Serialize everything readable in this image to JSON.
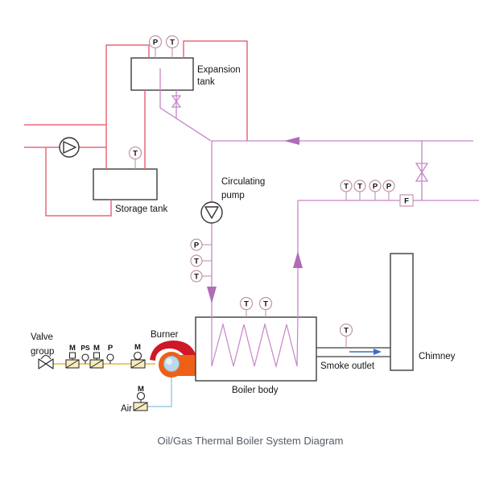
{
  "title": "Oil/Gas Thermal Boiler System Diagram",
  "colors": {
    "pipe_red": "#e8697a",
    "pipe_magenta": "#c685c8",
    "arrow_magenta": "#b06cb8",
    "instrument_pink": "#c494ab",
    "fuel_yellow": "#eec34e",
    "valve_fill": "#f8ecc0",
    "air_blue": "#a5d5e8",
    "smoke_arrow_blue": "#3a6fc4",
    "burner_red": "#cf1726",
    "burner_orange": "#ee5f17",
    "fan_blue": "#bcd9ea",
    "equipment_stroke": "#3d3d3d",
    "title_gray": "#525b66"
  },
  "labels": {
    "expansion_tank_1": "Expansion",
    "expansion_tank_2": "tank",
    "storage_tank": "Storage tank",
    "circulating_pump_1": "Circulating",
    "circulating_pump_2": "pump",
    "boiler_body": "Boiler body",
    "burner": "Burner",
    "chimney": "Chimney",
    "smoke_outlet": "Smoke outlet",
    "valve_group_1": "Valve",
    "valve_group_2": "group",
    "air": "Air"
  },
  "instruments": {
    "expansion_pressure": "P",
    "expansion_temp": "T",
    "storage_temp": "T",
    "supply_pressure": "P",
    "supply_temp_1": "T",
    "supply_temp_2": "T",
    "boiler_temp_1": "T",
    "boiler_temp_2": "T",
    "return_temp_1": "T",
    "return_temp_2": "T",
    "return_pressure_1": "P",
    "return_pressure_2": "P",
    "flow_meter": "F",
    "smoke_temp": "T",
    "fuel_valve1_actuator": "M",
    "fuel_pressure_switch": "PS",
    "fuel_valve2_actuator": "M",
    "fuel_pressure": "P",
    "burner_valve_actuator": "M",
    "air_valve_actuator": "M"
  }
}
